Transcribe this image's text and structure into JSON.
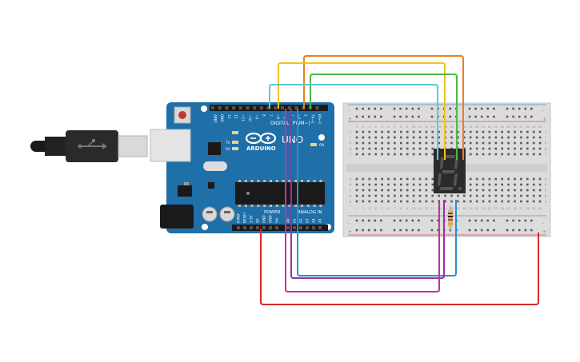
{
  "arduino": {
    "brand": "ARDUINO",
    "model": "UNO",
    "digital_label": "DIGITAL (PWM~)",
    "power_label": "POWER",
    "analog_label": "ANALOG IN",
    "tx_label": "TX",
    "rx_label": "RX",
    "on_label": "ON",
    "digital_pins": [
      "AREF",
      "GND",
      "13",
      "12",
      "~11",
      "~10",
      "~9",
      "8",
      "7",
      "~6",
      "~5",
      "4",
      "~3",
      "2",
      "TX→1",
      "RX←0"
    ],
    "power_pins": [
      "IOREF",
      "RESET",
      "3.3V",
      "5V",
      "GND",
      "GND",
      "Vin"
    ],
    "analog_pins": [
      "A0",
      "A1",
      "A2",
      "A3",
      "A4",
      "A5"
    ]
  },
  "breadboard": {
    "row_letters_top": [
      "j",
      "i",
      "h",
      "g",
      "f"
    ],
    "row_letters_bottom": [
      "e",
      "d",
      "c",
      "b",
      "a"
    ],
    "column_count": 30,
    "rail_plus": "+",
    "rail_minus": "-"
  },
  "display": {
    "digit": "8",
    "segment_color": "#555555",
    "body_color": "#2b2b2b"
  },
  "wire_colors": {
    "orange": "#e8801e",
    "yellow": "#f0c419",
    "green": "#4cb84c",
    "cyan": "#5ec8d8",
    "blue": "#2a8fd0",
    "purple": "#9b2fa8",
    "magenta": "#c0349a",
    "red": "#d42a2a"
  }
}
